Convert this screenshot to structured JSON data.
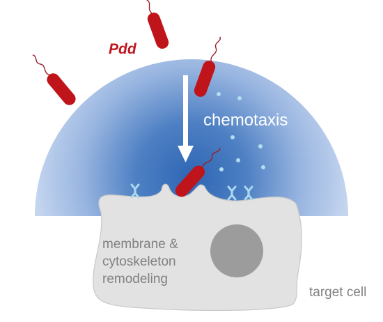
{
  "labels": {
    "pathogen": "Pdd",
    "chemotaxis": "chemotaxis",
    "remodeling_line1": "membrane &",
    "remodeling_line2": "cytoskeleton",
    "remodeling_line3": "remodeling",
    "target_cell": "target cell"
  },
  "colors": {
    "gradient_center": "#2e66b4",
    "gradient_edge": "#c4d5ef",
    "bacterium": "#c0141b",
    "flagellum": "#9a1f28",
    "cell_fill": "#e2e2e2",
    "cell_stroke": "#c8c8c8",
    "nucleus": "#9c9c9c",
    "receptor": "#a9d8ee",
    "particle": "#b3ddf0",
    "arrow": "#ffffff",
    "label_red": "#c0141b",
    "label_white": "#ffffff",
    "label_gray": "#808080"
  }
}
